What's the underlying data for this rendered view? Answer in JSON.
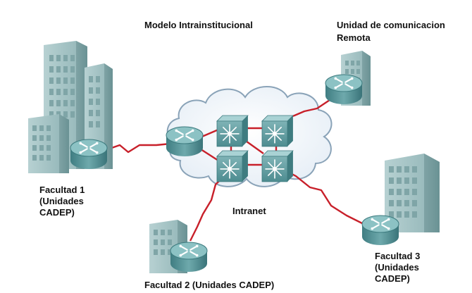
{
  "diagram": {
    "title": "Modelo Intrainstitucional",
    "cloud_label": "Intranet",
    "sites": {
      "faculty1": [
        "Facultad 1",
        "(Unidades",
        "CADEP)"
      ],
      "faculty2": [
        "Facultad 2 (Unidades CADEP)"
      ],
      "faculty3": [
        "Facultad 3",
        "(Unidades",
        "CADEP)"
      ],
      "remote": [
        "Unidad de comunicacion",
        "Remota"
      ]
    },
    "icons": {
      "router": "router-icon",
      "switch": "multilayer-switch-icon",
      "building": "building-icon",
      "cloud": "network-cloud-icon"
    },
    "colors": {
      "link": "#c8202a",
      "device_teal": "#5e9ea2",
      "building_teal": "#9fc0c1",
      "cloud_stroke": "#8aa3b8",
      "cloud_fill": "#f4f8fc"
    }
  }
}
